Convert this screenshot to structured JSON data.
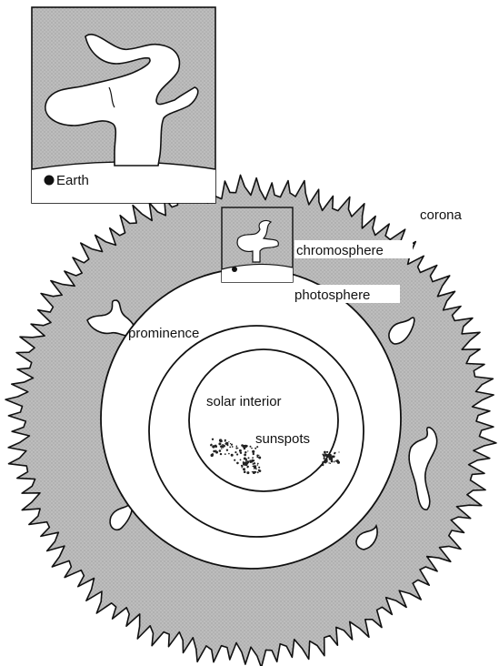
{
  "labels": {
    "earth": "Earth",
    "corona": "corona",
    "chromosphere": "chromosphere",
    "photosphere": "photosphere",
    "prominence": "prominence",
    "solar_interior": "solar interior",
    "sunspots": "sunspots"
  },
  "colors": {
    "corona_fill": "#b9b9b9",
    "outline": "#111111",
    "photosphere_fill": "#ffffff",
    "inset_fill": "#b9b9b9"
  }
}
